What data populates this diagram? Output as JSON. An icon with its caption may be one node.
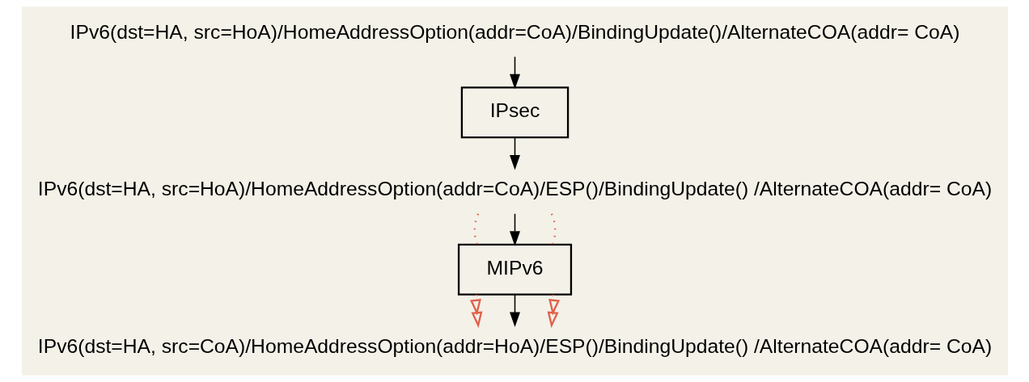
{
  "diagram": {
    "nodes": [
      {
        "text": [
          "IPv6(dst=HA, src=HoA)/HomeAddressOption(addr=CoA)/BindingUpdate()/AlternateCOA(addr= CoA)"
        ]
      },
      {
        "text": [
          "IPsec"
        ]
      },
      {
        "text": [
          "IPv6(dst=HA, src=HoA)/HomeAddressOption(addr=CoA)/ESP()/BindingUpdate() /AlternateCOA(addr= CoA)"
        ]
      },
      {
        "text": [
          "MIPv6"
        ]
      },
      {
        "text": [
          "IPv6(dst=HA, src=CoA)/HomeAddressOption(addr=HoA)/ESP()/BindingUpdate() /AlternateCOA(addr= CoA)"
        ]
      }
    ],
    "edges": [
      {
        "from": 0,
        "to": 1,
        "arrow": "to"
      },
      {
        "from": 1,
        "to": 2,
        "arrow": "to"
      },
      {
        "from": 2,
        "to": 3,
        "arrow": "none",
        "style": "dashed",
        "color": "#e0604a"
      },
      {
        "from": 2,
        "to": 3,
        "arrow": "to"
      },
      {
        "from": 2,
        "to": 3,
        "arrow": "none",
        "style": "dashed",
        "color": "#e0604a"
      },
      {
        "from": 3,
        "to": 4,
        "arrow": "to",
        "style": "dashed",
        "color": "#e0604a"
      },
      {
        "from": 3,
        "to": 4,
        "arrow": "to"
      },
      {
        "from": 3,
        "to": 4,
        "arrow": "to",
        "style": "dashed",
        "color": "#e0604a"
      }
    ]
  }
}
